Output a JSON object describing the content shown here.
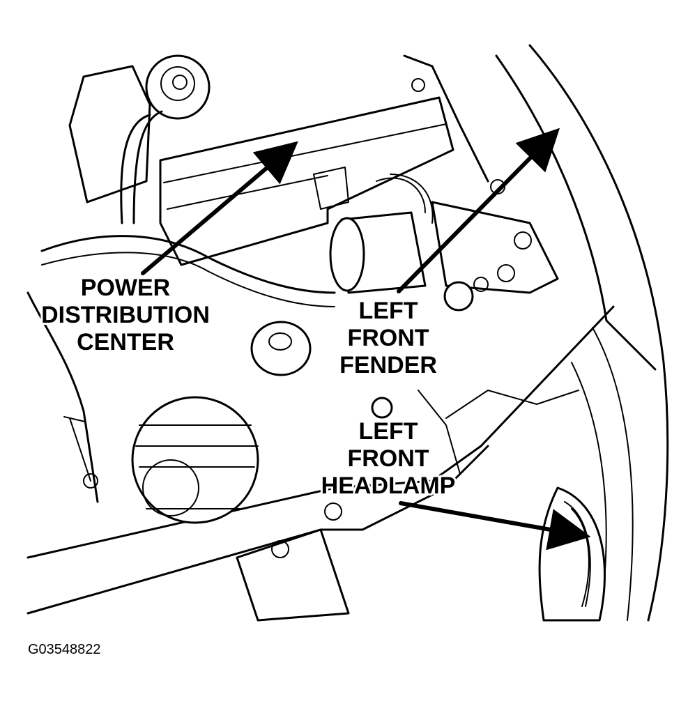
{
  "figure_id": "G03548822",
  "callouts": {
    "power_distribution_center": [
      "POWER",
      "DISTRIBUTION",
      "CENTER"
    ],
    "left_front_fender": [
      "LEFT",
      "FRONT",
      "FENDER"
    ],
    "left_front_headlamp": [
      "LEFT",
      "FRONT",
      "HEADLAMP"
    ]
  },
  "colors": {
    "ink": "#000000",
    "paper": "#ffffff"
  }
}
